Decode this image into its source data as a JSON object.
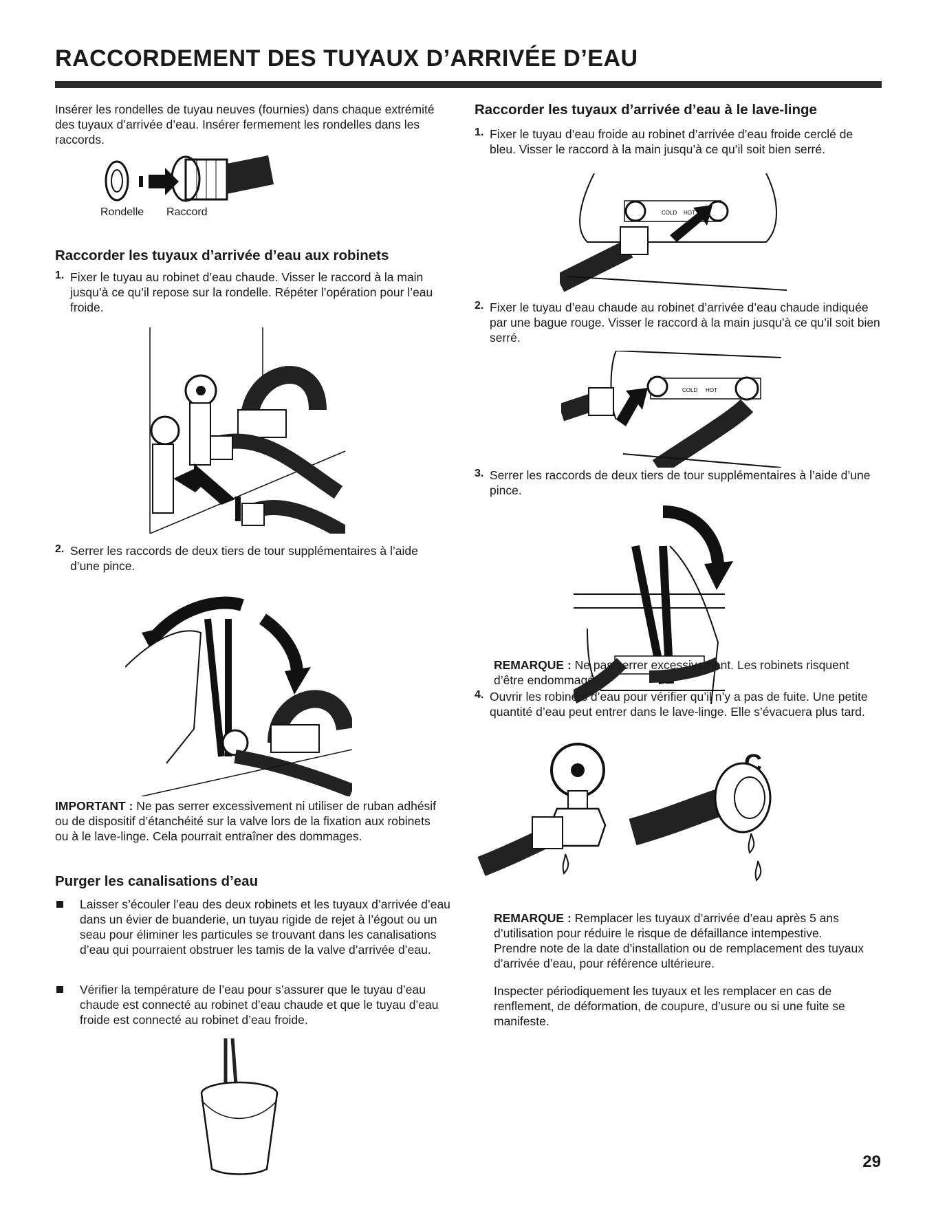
{
  "page": {
    "title": "RACCORDEMENT DES TUYAUX D’ARRIVÉE D’EAU",
    "page_number": "29"
  },
  "left": {
    "intro": "Insérer les rondelles de tuyau neuves (fournies) dans chaque extrémité des tuyaux d’arrivée d’eau. Insérer fermement les rondelles dans les raccords.",
    "fig_washer": {
      "label_rondelle": "Rondelle",
      "label_raccord": "Raccord"
    },
    "section1_heading": "Raccorder les tuyaux d’arrivée d’eau aux robinets",
    "step1_num": "1.",
    "step1_text": "Fixer le tuyau au robinet d’eau chaude. Visser le raccord à la main jusqu’à ce qu’il repose sur la rondelle. Répéter l’opération pour l’eau froide.",
    "step2_num": "2.",
    "step2_text": "Serrer les raccords de deux tiers de tour supplémentaires à l’aide d’une pince.",
    "important_label": "IMPORTANT :",
    "important_text": " Ne pas serrer excessivement ni utiliser de ruban adhésif ou de dispositif d’étanchéité sur la valve lors de la fixation aux robinets ou à le lave-linge. Cela pourrait entraîner des dommages.",
    "section2_heading": "Purger les canalisations d’eau",
    "bullets": [
      "Laisser s’écouler l’eau des deux robinets et les tuyaux d’arrivée d’eau dans un évier de buanderie, un tuyau rigide de rejet à l’égout ou un seau pour éliminer les particules se trouvant dans les canalisations d’eau qui pourraient obstruer les tamis de la valve d’arrivée d’eau.",
      "Vérifier la température de l’eau pour s’assurer que le tuyau d’eau chaude est connecté au robinet d’eau chaude et que le tuyau d’eau froide est connecté au robinet d’eau froide."
    ]
  },
  "right": {
    "section_heading": "Raccorder les tuyaux d’arrivée d’eau à le lave-linge",
    "step1_num": "1.",
    "step1_text": "Fixer le tuyau d’eau froide au robinet d’arrivée d’eau froide cerclé de bleu. Visser le raccord à la main jusqu’à ce qu’il soit bien serré.",
    "step2_num": "2.",
    "step2_text": "Fixer le tuyau d’eau chaude au robinet d’arrivée d’eau chaude indiquée par une bague rouge. Visser le raccord à la main jusqu’à ce qu’il soit bien serré.",
    "step3_num": "3.",
    "step3_text": "Serrer les raccords de deux tiers de tour supplémentaires à l’aide d’une pince.",
    "note1_label": "REMARQUE :",
    "note1_text": " Ne pas serrer excessivement. Les robinets risquent d’être endommagés.",
    "step4_num": "4.",
    "step4_text": "Ouvrir les robinets d’eau pour vérifier qu’il n’y a pas de fuite. Une petite quantité d’eau peut entrer dans le lave-linge. Elle s’évacuera plus tard.",
    "fig_cold_letter": "C",
    "note2_label": "REMARQUE :",
    "note2_text": " Remplacer les tuyaux d’arrivée d’eau après 5 ans d’utilisation pour réduire le risque de défaillance intempestive. Prendre note de la date d’installation ou de remplacement des tuyaux d’arrivée d’eau, pour référence ultérieure.",
    "closing_text": "Inspecter périodiquement les tuyaux et les remplacer en cas de renflement, de déformation, de coupure, d’usure ou si une fuite se manifeste.",
    "inlet_label_cold": "COLD",
    "inlet_label_hot": "HOT"
  }
}
